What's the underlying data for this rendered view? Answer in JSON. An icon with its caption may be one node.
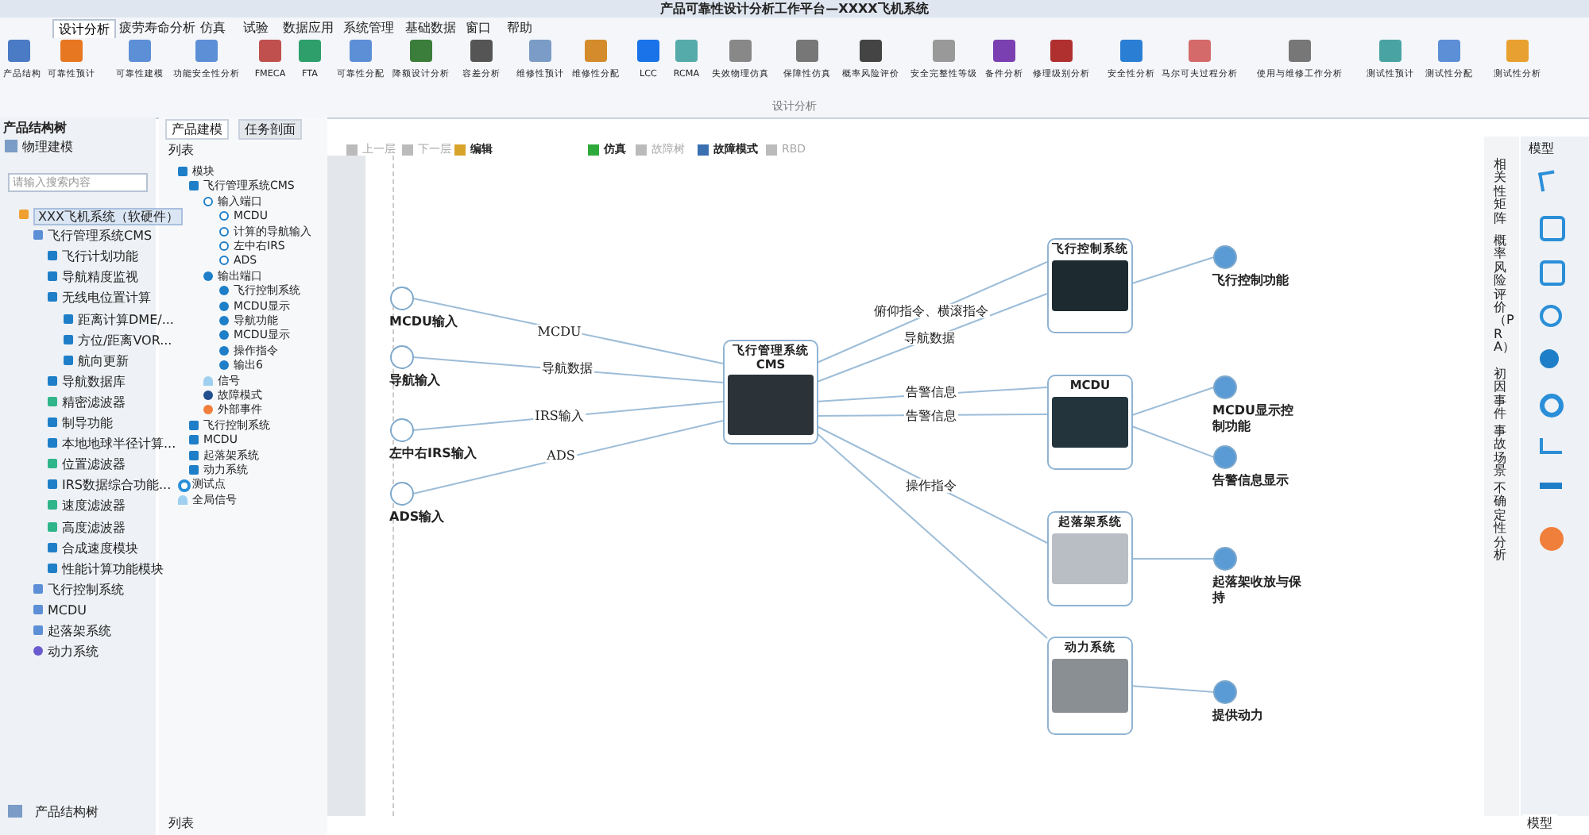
{
  "diagram": {
    "title": "产品可靠性设计分析工作平台—XXXX飞机系统",
    "nodes": [
      {
        "text": [
          "MCDU输入"
        ]
      },
      {
        "text": [
          "导航输入"
        ]
      },
      {
        "text": [
          "左中右IRS输入"
        ]
      },
      {
        "text": [
          "ADS输入"
        ]
      },
      {
        "text": [
          "飞行管理系统CMS"
        ]
      },
      {
        "text": [
          "飞行控制系统"
        ]
      },
      {
        "text": [
          "MCDU"
        ]
      },
      {
        "text": [
          "起落架系统"
        ]
      },
      {
        "text": [
          "动力系统"
        ]
      },
      {
        "text": [
          "飞行控制功能"
        ]
      },
      {
        "text": [
          "MCDU显示控制功能"
        ]
      },
      {
        "text": [
          "告警信息显示"
        ]
      },
      {
        "text": [
          "起落架收放与保持"
        ]
      },
      {
        "text": [
          "提供动力"
        ]
      }
    ],
    "edges": [
      {
        "from": 0,
        "to": 4,
        "arrow": "none",
        "label": "MCDU"
      },
      {
        "from": 1,
        "to": 4,
        "arrow": "none",
        "label": "导航数据"
      },
      {
        "from": 2,
        "to": 4,
        "arrow": "none",
        "label": "IRS输入"
      },
      {
        "from": 3,
        "to": 4,
        "arrow": "none",
        "label": "ADS"
      },
      {
        "from": 4,
        "to": 5,
        "arrow": "none",
        "label": "俯仰指令、横滚指令"
      },
      {
        "from": 4,
        "to": 5,
        "arrow": "none",
        "label": "导航数据"
      },
      {
        "from": 4,
        "to": 6,
        "arrow": "none",
        "label": "告警信息"
      },
      {
        "from": 4,
        "to": 6,
        "arrow": "none",
        "label": "告警信息"
      },
      {
        "from": 4,
        "to": 7,
        "arrow": "none",
        "label": "操作指令"
      },
      {
        "from": 4,
        "to": 8,
        "arrow": "none"
      },
      {
        "from": 5,
        "to": 9,
        "arrow": "none"
      },
      {
        "from": 6,
        "to": 10,
        "arrow": "none"
      },
      {
        "from": 6,
        "to": 11,
        "arrow": "none"
      },
      {
        "from": 7,
        "to": 12,
        "arrow": "none"
      },
      {
        "from": 8,
        "to": 13,
        "arrow": "none"
      }
    ],
    "labels": [
      "设计分析",
      "疲劳寿命分析",
      "仿真",
      "试验",
      "数据应用",
      "系统管理",
      "基础数据",
      "窗口",
      "帮助",
      "产品结构",
      "可靠性预计",
      "可靠性建模",
      "功能安全性分析",
      "FMECA",
      "FTA",
      "可靠性分配",
      "降额设计分析",
      "容差分析",
      "维修性预计",
      "维修性分配",
      "LCC",
      "RCMA",
      "失效物理仿真",
      "保障性仿真",
      "概率风险评价",
      "安全完整性等级",
      "备件分析",
      "修理级别分析",
      "安全性分析",
      "马尔可夫过程分析",
      "使用与维修工作分析",
      "测试性预计",
      "测试性分配",
      "测试性分析",
      "设计分析",
      "产品结构树",
      "物理建模",
      "请输入搜索内容",
      "XXX飞机系统（软硬件）",
      "飞行管理系统CMS",
      "飞行计划功能",
      "导航精度监视",
      "无线电位置计算",
      "距离计算DME/...",
      "方位/距离VOR...",
      "航向更新",
      "导航数据库",
      "精密滤波器",
      "制导功能",
      "本地地球半径计算...",
      "位置滤波器",
      "IRS数据综合功能...",
      "速度滤波器",
      "高度滤波器",
      "合成速度模块",
      "性能计算功能模块",
      "飞行控制系统",
      "MCDU",
      "起落架系统",
      "动力系统",
      "产品结构树",
      "产品建模",
      "任务剖面",
      "列表",
      "模块",
      "飞行管理系统CMS",
      "输入端口",
      "MCDU",
      "计算的导航输入",
      "左中右IRS",
      "ADS",
      "输出端口",
      "飞行控制系统",
      "MCDU显示",
      "导航功能",
      "MCDU显示",
      "操作指令",
      "输出6",
      "信号",
      "故障模式",
      "外部事件",
      "飞行控制系统",
      "MCDU",
      "起落架系统",
      "动力系统",
      "测试点",
      "全局信号",
      "列表",
      "上一层",
      "下一层",
      "编辑",
      "仿真",
      "故障树",
      "故障模式",
      "RBD",
      "模型",
      "相关性矩阵",
      "概率风险评价（PRA）",
      "初因事件",
      "事故场景",
      "不确定性分析",
      "模型"
    ]
  }
}
